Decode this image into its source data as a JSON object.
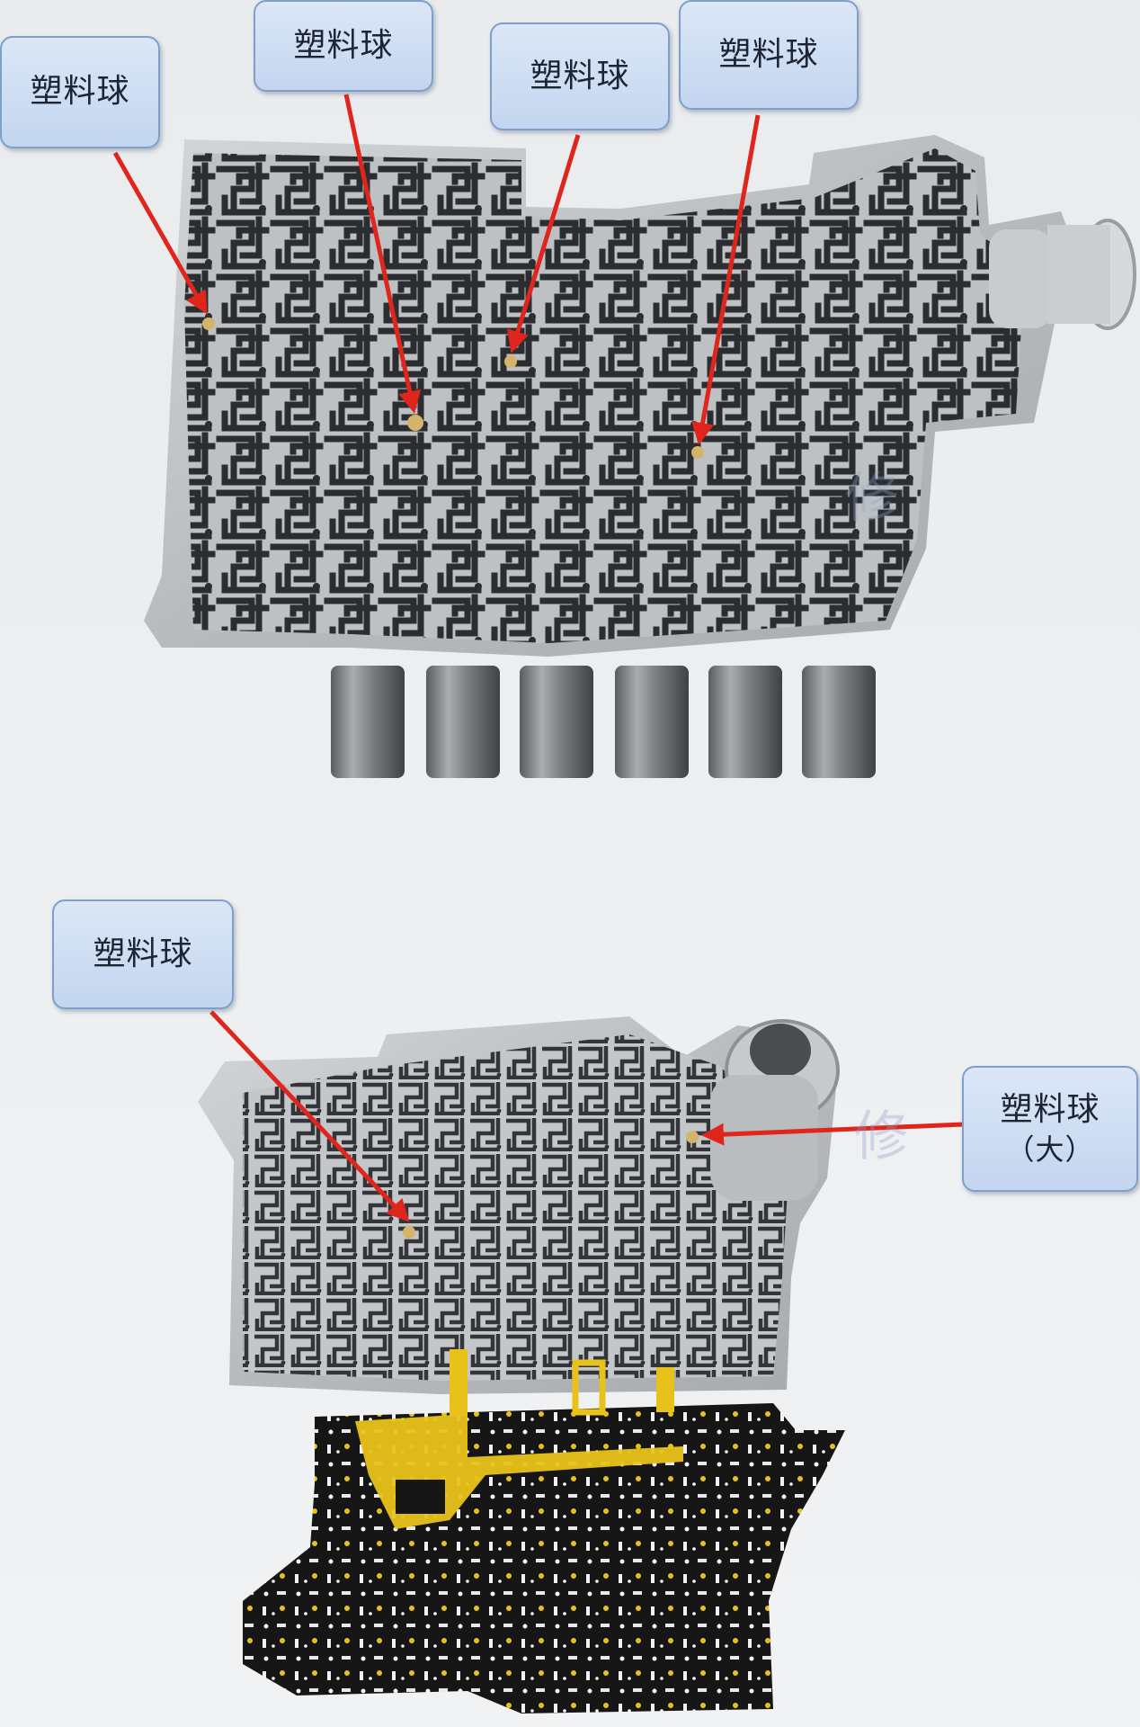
{
  "callouts": {
    "c1": "塑料球",
    "c2": "塑料球",
    "c3": "塑料球",
    "c4": "塑料球",
    "c5": "塑料球",
    "c6_line1": "塑料球",
    "c6_line2": "（大）"
  },
  "watermark": "修",
  "colors": {
    "arrow": "#e0261c",
    "callout_fill": "#c9d9f0",
    "callout_border": "#7f9fcb",
    "metal": "#bfc3c6",
    "channel": "#2b2d30",
    "gasket_dark": "#151515",
    "gasket_yellow": "#e8c21a"
  }
}
